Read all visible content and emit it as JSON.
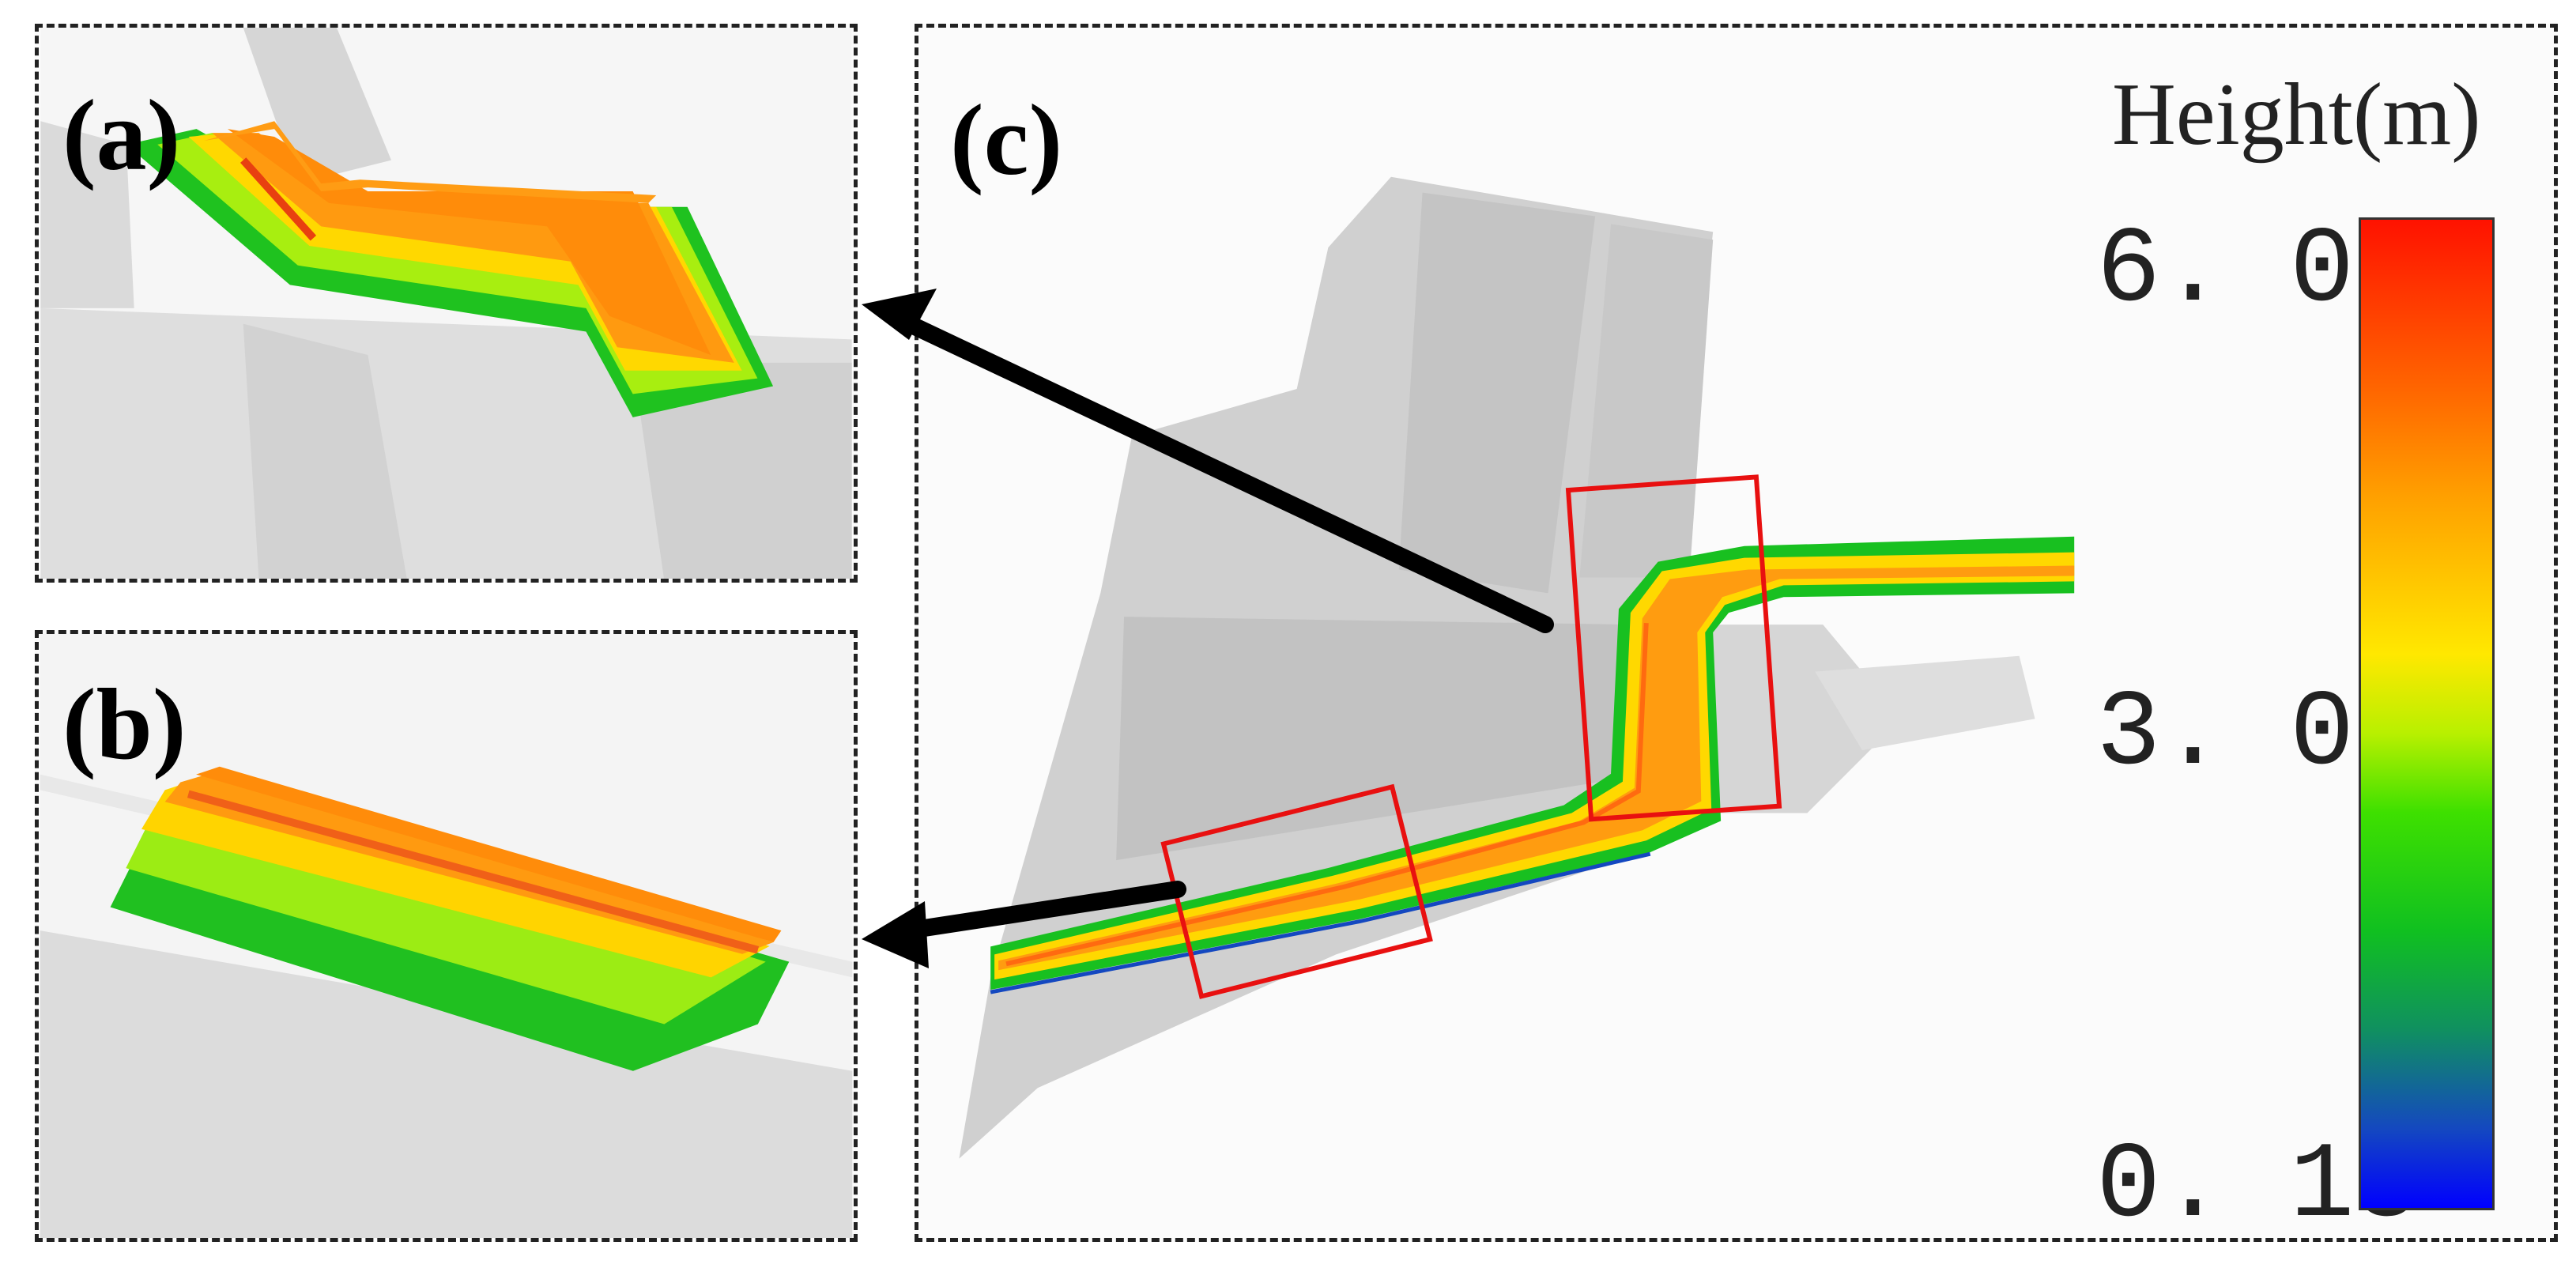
{
  "panels": {
    "a": {
      "label": "(a)"
    },
    "b": {
      "label": "(b)"
    },
    "c": {
      "label": "(c)"
    }
  },
  "colorbar": {
    "title": "Height(m)",
    "max": "6. 06",
    "mid": "3. 09",
    "min": "0. 13",
    "colors": [
      "#0000ff",
      "#10c020",
      "#3ee000",
      "#ffe800",
      "#ffa000",
      "#ff1200"
    ]
  },
  "colors": {
    "point_cloud": "#c8c8c8",
    "highlight_box": "#e81010",
    "arrow": "#000000"
  }
}
